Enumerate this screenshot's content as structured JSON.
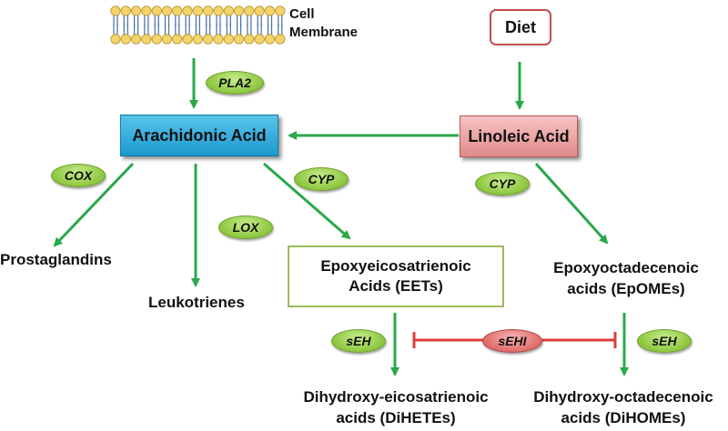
{
  "membrane": {
    "label_line1": "Cell",
    "label_line2": "Membrane"
  },
  "nodes": {
    "diet": "Diet",
    "arachidonic_acid": "Arachidonic Acid",
    "linoleic_acid": "Linoleic Acid",
    "prostaglandins": "Prostaglandins",
    "leukotrienes": "Leukotrienes",
    "eets_line1": "Epoxyeicosatrienoic",
    "eets_line2": "Acids (EETs)",
    "epomes_line1": "Epoxyoctadecenoic",
    "epomes_line2": "acids (EpOMEs)",
    "dihetes_line1": "Dihydroxy-eicosatrienoic",
    "dihetes_line2": "acids (DiHETEs)",
    "dihomes_line1": "Dihydroxy-octadecenoic",
    "dihomes_line2": "acids (DiHOMEs)"
  },
  "enzymes": {
    "pla2": "PLA2",
    "cox": "COX",
    "lox": "LOX",
    "cyp_aa": "CYP",
    "cyp_la": "CYP",
    "seh_left": "sEH",
    "seh_right": "sEH",
    "sehi": "sEHI"
  },
  "colors": {
    "arrow": "#2aa84a",
    "inhibitor": "#e03c3c",
    "arachidonic_box": "#29a6dc",
    "linoleic_box": "#eea0a0",
    "enzyme_pill": "#a6d65c",
    "inhibitor_pill": "#ea8a8a",
    "eet_border": "#9bbb59",
    "diet_border": "#c0504d"
  }
}
